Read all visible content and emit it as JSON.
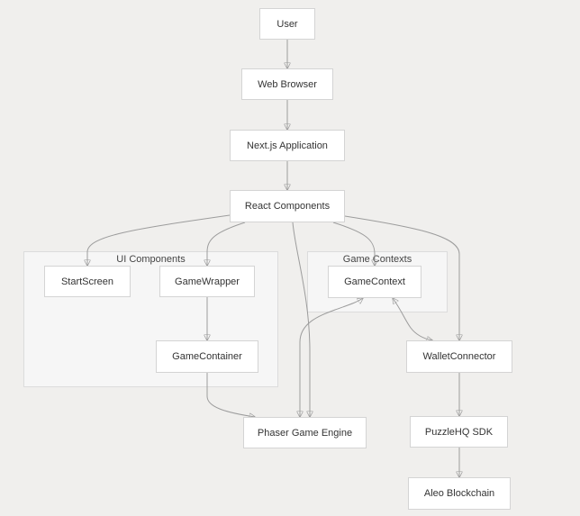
{
  "clusters": {
    "ui_components": "UI Components",
    "game_contexts": "Game Contexts"
  },
  "nodes": {
    "user": "User",
    "web_browser": "Web Browser",
    "nextjs_app": "Next.js Application",
    "react_components": "React Components",
    "start_screen": "StartScreen",
    "game_wrapper": "GameWrapper",
    "game_container": "GameContainer",
    "game_context": "GameContext",
    "wallet_connector": "WalletConnector",
    "phaser_engine": "Phaser Game Engine",
    "puzzlehq_sdk": "PuzzleHQ SDK",
    "aleo_blockchain": "Aleo Blockchain"
  },
  "edges": [
    {
      "from": "User",
      "to": "Web Browser"
    },
    {
      "from": "Web Browser",
      "to": "Next.js Application"
    },
    {
      "from": "Next.js Application",
      "to": "React Components"
    },
    {
      "from": "React Components",
      "to": "StartScreen"
    },
    {
      "from": "React Components",
      "to": "GameWrapper"
    },
    {
      "from": "React Components",
      "to": "Phaser Game Engine"
    },
    {
      "from": "React Components",
      "to": "GameContext"
    },
    {
      "from": "React Components",
      "to": "WalletConnector"
    },
    {
      "from": "GameWrapper",
      "to": "GameContainer"
    },
    {
      "from": "GameContainer",
      "to": "Phaser Game Engine"
    },
    {
      "from": "Phaser Game Engine",
      "to": "GameContext",
      "bidirectional": true
    },
    {
      "from": "GameContext",
      "to": "WalletConnector",
      "bidirectional": true
    },
    {
      "from": "WalletConnector",
      "to": "PuzzleHQ SDK"
    },
    {
      "from": "PuzzleHQ SDK",
      "to": "Aleo Blockchain"
    }
  ]
}
